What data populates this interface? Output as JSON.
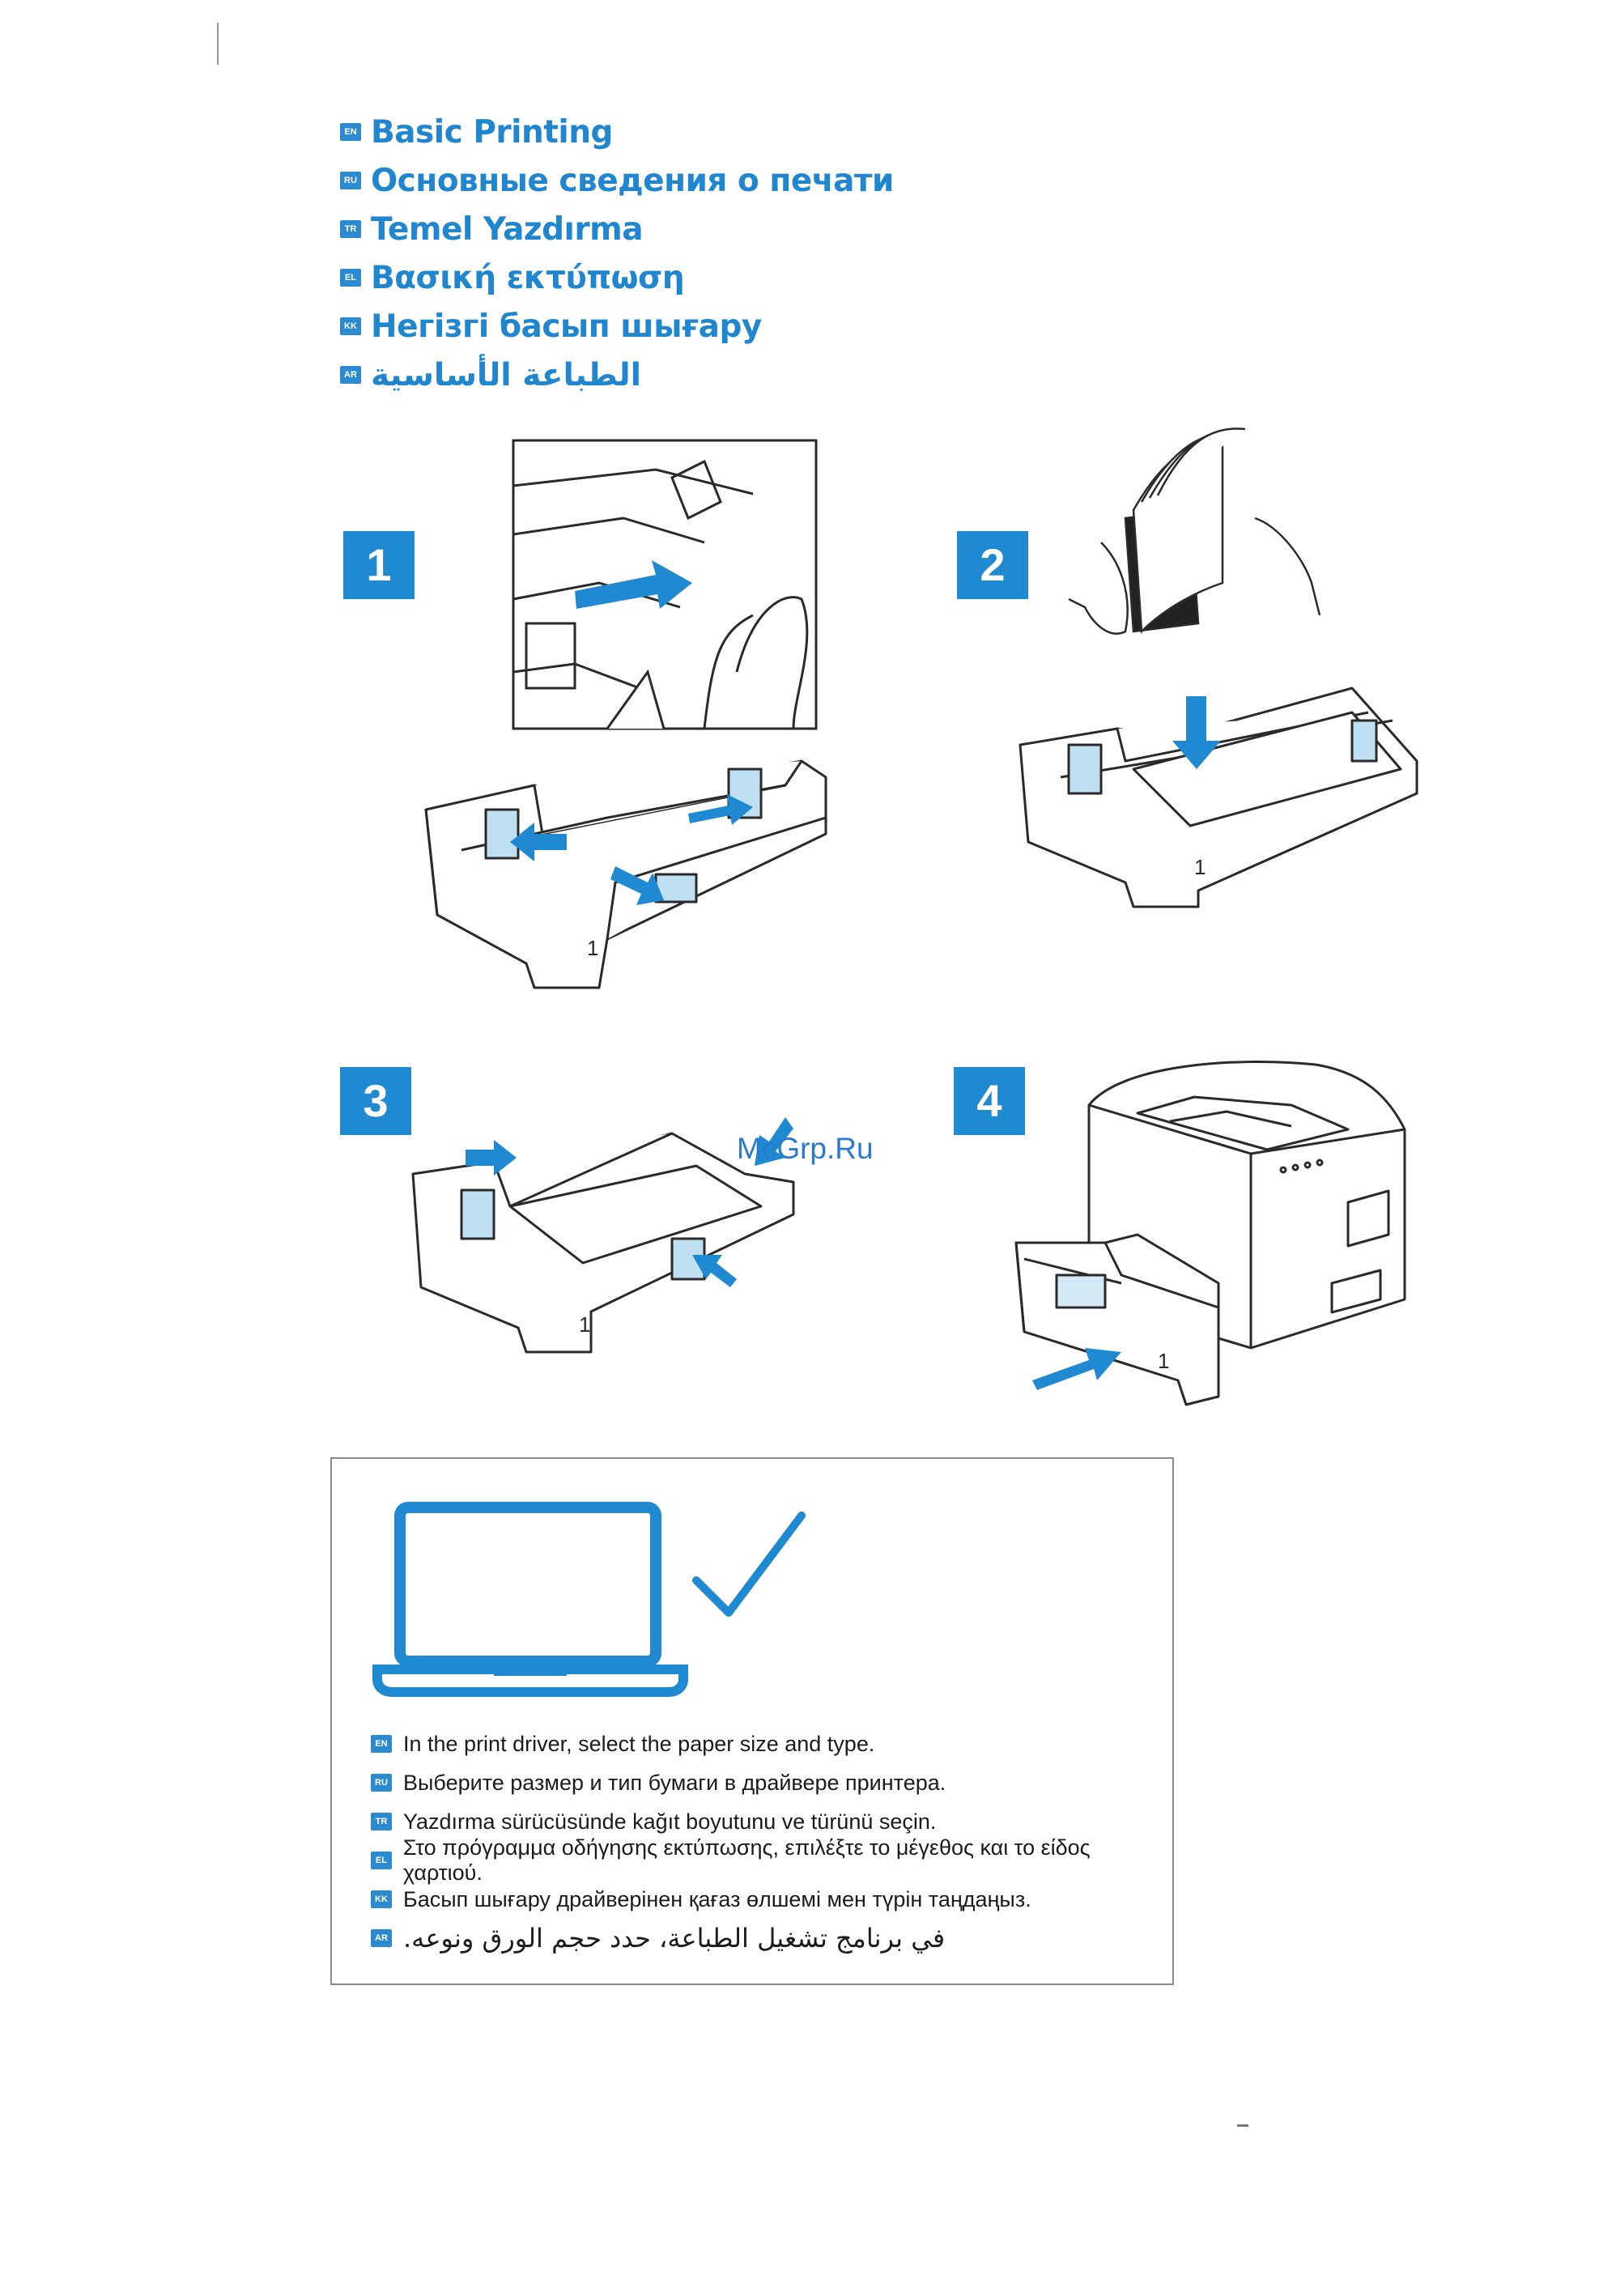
{
  "titles": [
    {
      "lang": "EN",
      "text": "Basic Printing"
    },
    {
      "lang": "RU",
      "text": "Основные сведения о печати"
    },
    {
      "lang": "TR",
      "text": "Temel Yazdırma"
    },
    {
      "lang": "EL",
      "text": "Βασική εκτύπωση"
    },
    {
      "lang": "KK",
      "text": "Негізгі басып шығару"
    },
    {
      "lang": "AR",
      "text": "الطباعة الأساسية"
    }
  ],
  "steps": [
    "1",
    "2",
    "3",
    "4"
  ],
  "instructions": [
    {
      "lang": "EN",
      "text": "In the print driver, select the paper size and type."
    },
    {
      "lang": "RU",
      "text": "Выберите размер и тип бумаги в драйвере принтера."
    },
    {
      "lang": "TR",
      "text": "Yazdırma sürücüsünde kağıt boyutunu ve türünü seçin."
    },
    {
      "lang": "EL",
      "text": "Στο πρόγραμμα οδήγησης εκτύπωσης, επιλέξτε το μέγεθος και το είδος χαρτιού."
    },
    {
      "lang": "KK",
      "text": "Басып шығару драйверінен қағаз өлшемі мен түрін таңдаңыз."
    },
    {
      "lang": "AR",
      "text": "في برنامج تشغيل الطباعة، حدد حجم الورق ونوعه."
    }
  ],
  "watermark": "McGrp.Ru",
  "tray_number": "1",
  "colors": {
    "accent": "#1f8ad2",
    "line": "#2a2a2a"
  },
  "icons": [
    "laptop-icon",
    "checkmark-icon"
  ]
}
